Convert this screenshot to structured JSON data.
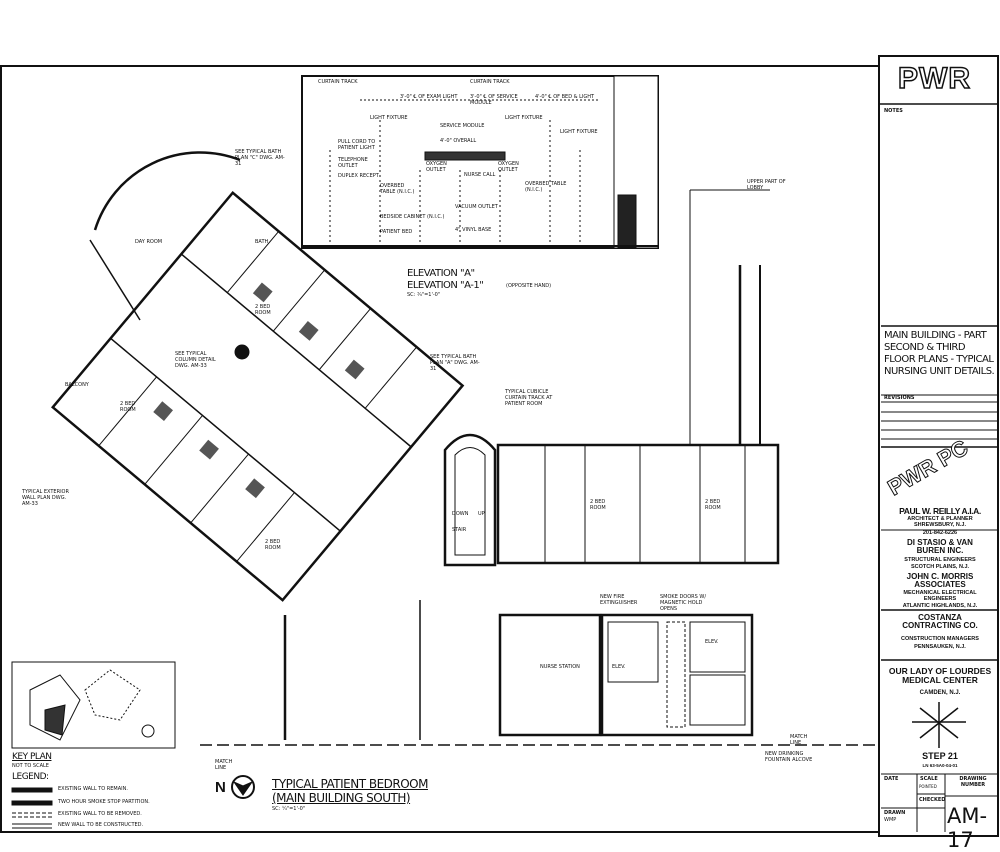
{
  "title_block": {
    "logo": "PWR",
    "notes_label": "NOTES",
    "sheet_title": "MAIN BUILDING - PART SECOND & THIRD FLOOR PLANS - TYPICAL NURSING UNIT DETAILS.",
    "revisions_label": "REVISIONS",
    "stamp": "PWR PC",
    "architect": {
      "name": "PAUL W. REILLY A.I.A.",
      "role": "ARCHITECT & PLANNER",
      "location": "SHREWSBURY, N.J.",
      "phone": "201-842-6226"
    },
    "structural": {
      "name": "DI STASIO & VAN BUREN INC.",
      "role": "STRUCTURAL ENGINEERS",
      "location": "SCOTCH PLAINS, N.J."
    },
    "mep": {
      "name": "JOHN C. MORRIS ASSOCIATES",
      "role": "MECHANICAL ELECTRICAL ENGINEERS",
      "location": "ATLANTIC HIGHLANDS, N.J."
    },
    "contractor": {
      "name": "COSTANZA CONTRACTING CO.",
      "role": "CONSTRUCTION MANAGERS",
      "location": "PENNSAUKEN, N.J."
    },
    "client": {
      "name": "OUR LADY OF LOURDES MEDICAL CENTER",
      "location": "CAMDEN, N.J."
    },
    "step": "STEP 21",
    "project_no": "LN 63-5A0-04-01",
    "date_label": "DATE",
    "scale_label": "SCALE",
    "scale_value": "POINTED",
    "drawing_number_label": "DRAWING NUMBER",
    "drawn_label": "DRAWN",
    "drawn_value": "WMP",
    "checked_label": "CHECKED",
    "drawing_number": "AM-17"
  },
  "elevation": {
    "title_a": "ELEVATION \"A\"",
    "title_a1": "ELEVATION \"A-1\"",
    "a1_note": "(OPPOSITE HAND)",
    "scale": "SC: ¾\"=1'-0\"",
    "labels": [
      "CURTAIN TRACK",
      "CURTAIN TRACK",
      "3'-0\" ℄ OF EXAM LIGHT",
      "3'-0\" ℄ OF SERVICE MODULE",
      "4'-0\" ℄ OF BED & LIGHT",
      "LIGHT FIXTURE",
      "LIGHT FIXTURE",
      "SERVICE MODULE",
      "4'-0\" OVERALL",
      "LIGHT FIXTURE",
      "PULL CORD TO PATIENT LIGHT",
      "TELEPHONE OUTLET",
      "DUPLEX RECEPT",
      "OVERBED TABLE (N.I.C.)",
      "OXYGEN OUTLET",
      "NURSE CALL",
      "OXYGEN OUTLET",
      "OVERBED TABLE (N.I.C.)",
      "VACUUM OUTLET",
      "BEDSIDE CABINET (N.I.C.)",
      "PATIENT BED",
      "4\" VINYL BASE"
    ]
  },
  "plan": {
    "title": "TYPICAL PATIENT BEDROOM",
    "subtitle": "(MAIN BUILDING SOUTH)",
    "scale": "SC: ¼\"=1'-0\"",
    "north_label": "N",
    "room_labels": [
      "DAY ROOM",
      "BATH",
      "2 BED ROOM",
      "BALCONY",
      "2 BED ROOM",
      "2 BED ROOM",
      "STAIR",
      "DOWN",
      "UP",
      "2 BED ROOM",
      "2 BED ROOM",
      "ELEV.",
      "ELEV.",
      "NURSE STATION",
      "UPPER PART OF LOBBY",
      "MATCH LINE",
      "MATCH LINE"
    ],
    "notes": [
      "SEE TYPICAL BATH PLAN \"C\" DWG. AM-31",
      "SEE TYPICAL COLUMN DETAIL DWG. AM-33",
      "SEE TYPICAL BATH PLAN \"A\" DWG. AM-31",
      "TYPICAL EXTERIOR WALL PLAN DWG. AM-33",
      "TYPICAL CUBICLE CURTAIN TRACK AT PATIENT ROOM",
      "NEW FIRE EXTINGUISHER",
      "SMOKE DOORS W/ MAGNETIC HOLD OPENS",
      "NEW DRINKING FOUNTAIN ALCOVE"
    ]
  },
  "key_plan": {
    "title": "KEY PLAN",
    "subtitle": "NOT TO SCALE"
  },
  "legend": {
    "title": "LEGEND:",
    "items": [
      "EXISTING WALL TO REMAIN.",
      "TWO HOUR SMOKE STOP PARTITION.",
      "EXISTING WALL TO BE REMOVED.",
      "NEW WALL TO BE CONSTRUCTED."
    ]
  }
}
